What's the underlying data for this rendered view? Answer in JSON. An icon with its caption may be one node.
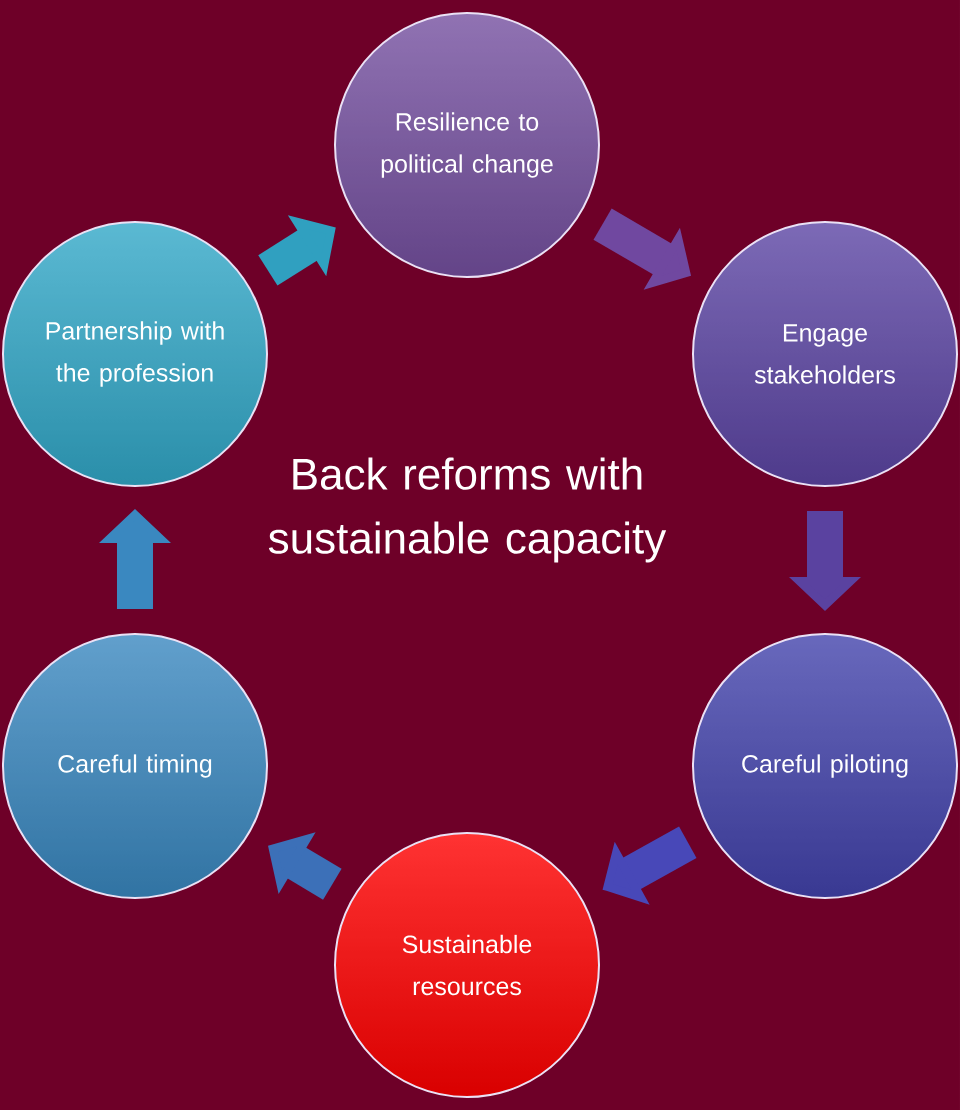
{
  "diagram": {
    "title": "Back reforms with sustainable capacity",
    "nodes": [
      {
        "text": [
          "Resilience to political change"
        ]
      },
      {
        "text": [
          "Engage stakeholders"
        ]
      },
      {
        "text": [
          "Careful piloting"
        ]
      },
      {
        "text": [
          "Sustainable resources"
        ]
      },
      {
        "text": [
          "Careful timing"
        ]
      },
      {
        "text": [
          "Partnership with the profession"
        ]
      }
    ],
    "edges": [
      {
        "from": 5,
        "to": 0,
        "arrow": "to",
        "color": "#30a0c0"
      },
      {
        "from": 0,
        "to": 1,
        "arrow": "to",
        "color": "#7048a0"
      },
      {
        "from": 1,
        "to": 2,
        "arrow": "to",
        "color": "#5a42a0"
      },
      {
        "from": 2,
        "to": 3,
        "arrow": "to",
        "color": "#4848b8"
      },
      {
        "from": 3,
        "to": 4,
        "arrow": "to",
        "color": "#3c70b8"
      },
      {
        "from": 4,
        "to": 5,
        "arrow": "to",
        "color": "#3a88c0"
      }
    ]
  }
}
